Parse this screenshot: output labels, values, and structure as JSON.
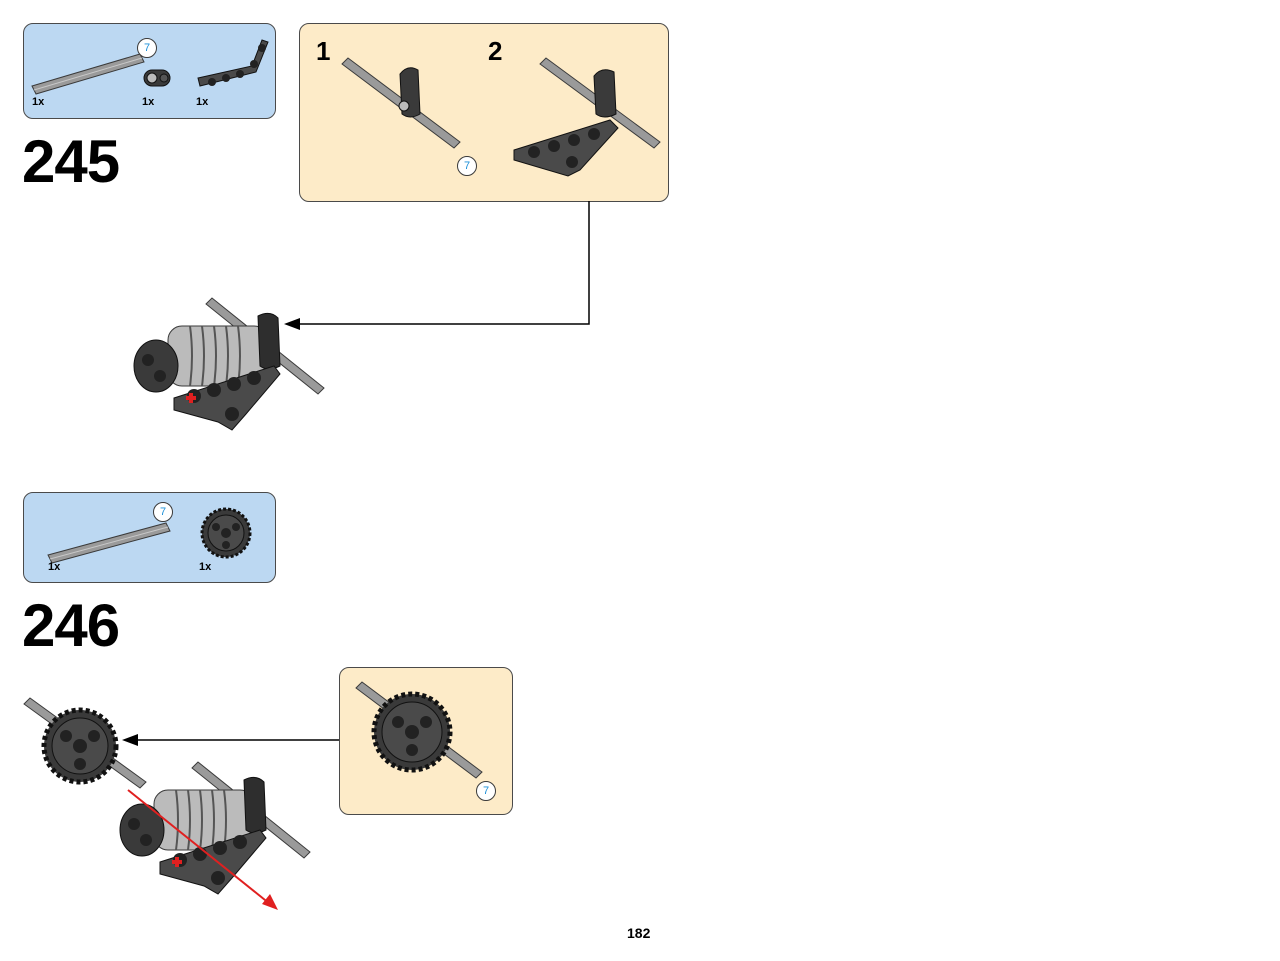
{
  "page_number": "182",
  "steps": [
    {
      "number": "245",
      "parts": [
        {
          "name": "axle-7",
          "qty": "1x",
          "badge": "7"
        },
        {
          "name": "axle-pin-connector",
          "qty": "1x"
        },
        {
          "name": "triangle-beam",
          "qty": "1x"
        }
      ],
      "substeps": [
        "1",
        "2"
      ],
      "sub_badge": "7"
    },
    {
      "number": "246",
      "parts": [
        {
          "name": "axle-7",
          "qty": "1x",
          "badge": "7"
        },
        {
          "name": "gear-24-tooth",
          "qty": "1x"
        }
      ],
      "sub_badge": "7"
    }
  ],
  "colors": {
    "parts_box": "#bcd8f2",
    "subassembly_box": "#fdebc8",
    "badge_text": "#1a8fd8",
    "motion_arrow": "#e02020",
    "part_dark": "#3a3a3a",
    "part_light": "#9a9a9a"
  }
}
